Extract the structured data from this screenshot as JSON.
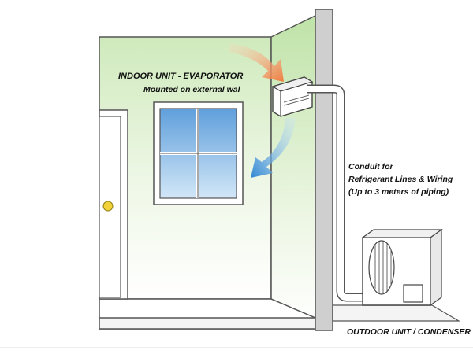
{
  "labels": {
    "indoor_title": "INDOOR UNIT - EVAPORATOR",
    "indoor_sub": "Mounted on external wal",
    "conduit_line1": "Conduit for",
    "conduit_line2": "Refrigerant Lines & Wiring",
    "conduit_line3": "(Up to 3 meters of piping)",
    "outdoor": "OUTDOOR UNIT / CONDENSER"
  },
  "colors": {
    "wall_green": "#d3edc2",
    "line": "#555555",
    "window_glass": "#6aa9e0",
    "knob": "#f1d23a",
    "warm_arrow": "#f0894f",
    "cool_arrow": "#3b8fd6",
    "conduit": "#ffffff",
    "floor_gray": "#c9c9c9"
  },
  "icons": {
    "warm_air": "warm-air-arrow-icon",
    "cool_air": "cool-air-arrow-icon",
    "fan": "fan-grille-icon",
    "knob": "door-knob-icon"
  }
}
